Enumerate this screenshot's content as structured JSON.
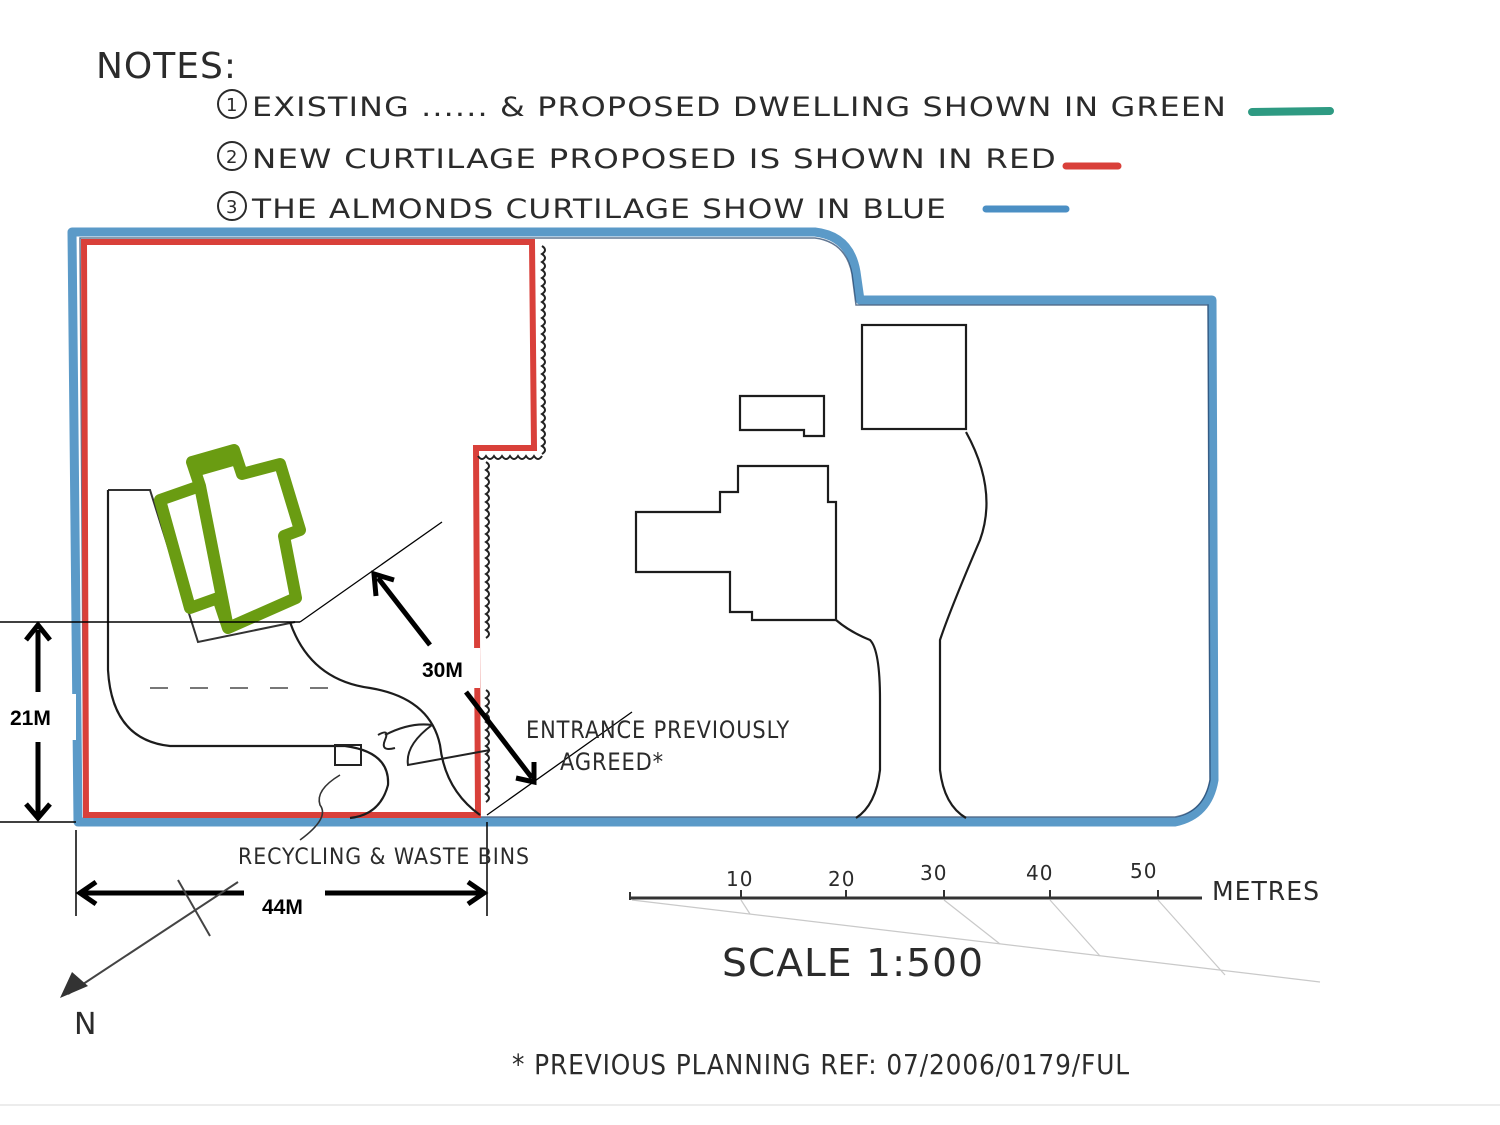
{
  "notes": {
    "title": "NOTES:",
    "items": [
      {
        "num": "1",
        "text": "EXISTING ...... & PROPOSED DWELLING SHOWN IN GREEN",
        "swatch_color": "#2e9a82"
      },
      {
        "num": "2",
        "text": "NEW CURTILAGE PROPOSED IS SHOWN IN RED",
        "swatch_color": "#d9403a"
      },
      {
        "num": "3",
        "text": "THE ALMONDS CURTILAGE SHOW IN BLUE",
        "swatch_color": "#4b8fc4"
      }
    ]
  },
  "colors": {
    "almonds_curtilage": "#4f8fc0",
    "new_curtilage": "#d9403a",
    "proposed_dwelling": "#6a9c12",
    "ink": "#1c1c1c"
  },
  "dimensions": {
    "height_label": "21M",
    "width_label": "44M",
    "diagonal_label": "30M"
  },
  "annotations": {
    "entrance": [
      "ENTRANCE PREVIOUSLY",
      "AGREED*"
    ],
    "bins": "RECYCLING & WASTE BINS"
  },
  "scale_bar": {
    "ticks": [
      "10",
      "20",
      "30",
      "40",
      "50"
    ],
    "unit": "METRES",
    "scale_text": "SCALE 1:500"
  },
  "north_arrow": {
    "label": "N"
  },
  "footnote": "* PREVIOUS PLANNING REF: 07/2006/0179/FUL"
}
